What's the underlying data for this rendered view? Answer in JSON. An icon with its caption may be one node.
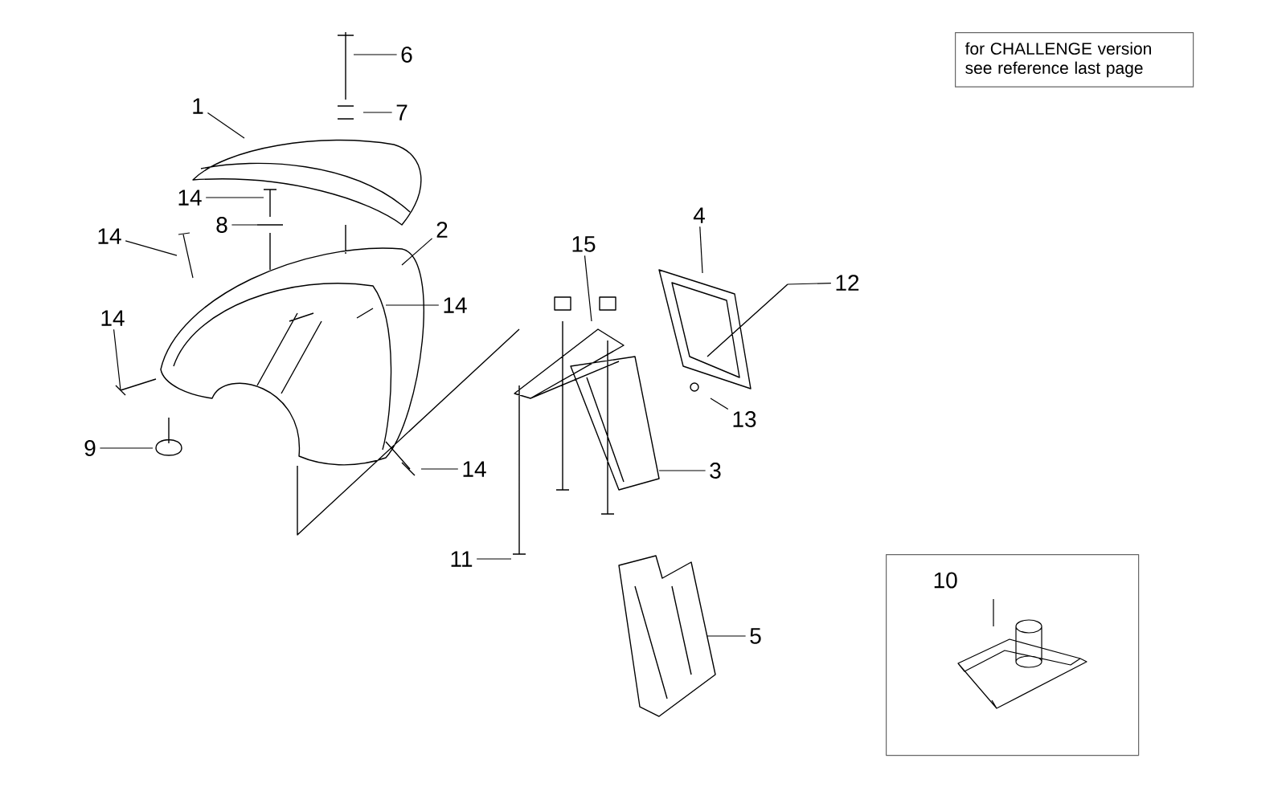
{
  "diagram": {
    "nodes": [
      {
        "text": [
          "6"
        ]
      },
      {
        "text": [
          "7"
        ]
      },
      {
        "text": [
          "1"
        ]
      },
      {
        "text": [
          "for CHALLENGE version see reference last page"
        ]
      },
      {
        "text": [
          "14"
        ]
      },
      {
        "text": [
          "8"
        ]
      },
      {
        "text": [
          "14"
        ]
      },
      {
        "text": [
          "2"
        ]
      },
      {
        "text": [
          "4"
        ]
      },
      {
        "text": [
          "15"
        ]
      },
      {
        "text": [
          "12"
        ]
      },
      {
        "text": [
          "14"
        ]
      },
      {
        "text": [
          "14"
        ]
      },
      {
        "text": [
          "13"
        ]
      },
      {
        "text": [
          "9"
        ]
      },
      {
        "text": [
          "14"
        ]
      },
      {
        "text": [
          "3"
        ]
      },
      {
        "text": [
          "11"
        ]
      },
      {
        "text": [
          "10"
        ]
      },
      {
        "text": [
          "5"
        ]
      },
      {
        "text": [],
        "shape": "picture"
      }
    ],
    "edges": [
      {
        "from": 0,
        "to": null,
        "arrow": "none"
      },
      {
        "from": 1,
        "to": null,
        "arrow": "none"
      },
      {
        "from": 2,
        "to": null,
        "arrow": "none"
      },
      {
        "from": 4,
        "to": null,
        "arrow": "none"
      },
      {
        "from": 5,
        "to": null,
        "arrow": "none"
      },
      {
        "from": 6,
        "to": 20,
        "arrow": "none"
      },
      {
        "from": 7,
        "to": null,
        "arrow": "none"
      },
      {
        "from": 8,
        "to": null,
        "arrow": "none"
      },
      {
        "from": 9,
        "to": null,
        "arrow": "none"
      },
      {
        "from": 10,
        "to": null,
        "arrow": "none"
      },
      {
        "from": 11,
        "to": null,
        "arrow": "none"
      },
      {
        "from": 12,
        "to": null,
        "arrow": "none"
      },
      {
        "from": 13,
        "to": null,
        "arrow": "none"
      },
      {
        "from": 14,
        "to": null,
        "arrow": "none"
      },
      {
        "from": 15,
        "to": null,
        "arrow": "none"
      },
      {
        "from": 16,
        "to": null,
        "arrow": "none"
      },
      {
        "from": 17,
        "to": null,
        "arrow": "none"
      },
      {
        "from": 19,
        "to": null,
        "arrow": "none"
      }
    ]
  }
}
